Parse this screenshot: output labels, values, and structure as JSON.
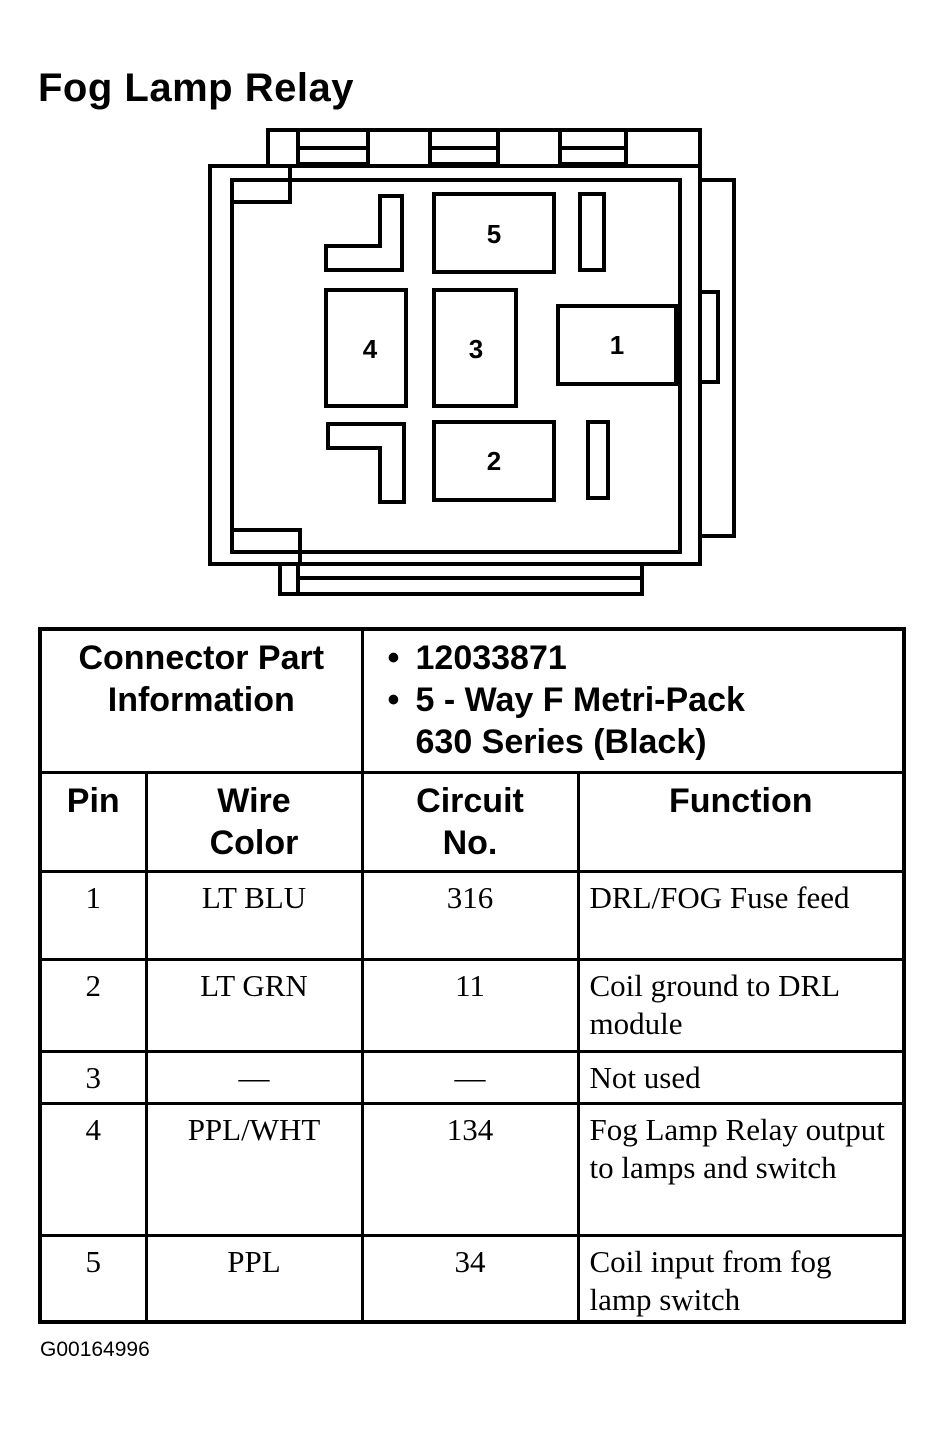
{
  "title": "Fog Lamp Relay",
  "diagram": {
    "pins": [
      "5",
      "4",
      "3",
      "1",
      "2"
    ]
  },
  "connector_info": {
    "label": "Connector Part Information",
    "part_number": "12033871",
    "description_line1": "5 - Way F Metri-Pack",
    "description_line2": "630 Series (Black)",
    "bullet": "•"
  },
  "columns": {
    "pin": "Pin",
    "wire_color_line1": "Wire",
    "wire_color_line2": "Color",
    "circuit_line1": "Circuit",
    "circuit_line2": "No.",
    "function": "Function"
  },
  "rows": [
    {
      "pin": "1",
      "wire_color": "LT BLU",
      "circuit": "316",
      "function": "DRL/FOG Fuse feed"
    },
    {
      "pin": "2",
      "wire_color": "LT GRN",
      "circuit": "11",
      "function": "Coil ground to DRL module"
    },
    {
      "pin": "3",
      "wire_color": "—",
      "circuit": "—",
      "function": "Not used"
    },
    {
      "pin": "4",
      "wire_color": "PPL/WHT",
      "circuit": "134",
      "function": "Fog Lamp Relay output to lamps and switch"
    },
    {
      "pin": "5",
      "wire_color": "PPL",
      "circuit": "34",
      "function": "Coil input from fog lamp switch"
    }
  ],
  "footer_code": "G00164996"
}
